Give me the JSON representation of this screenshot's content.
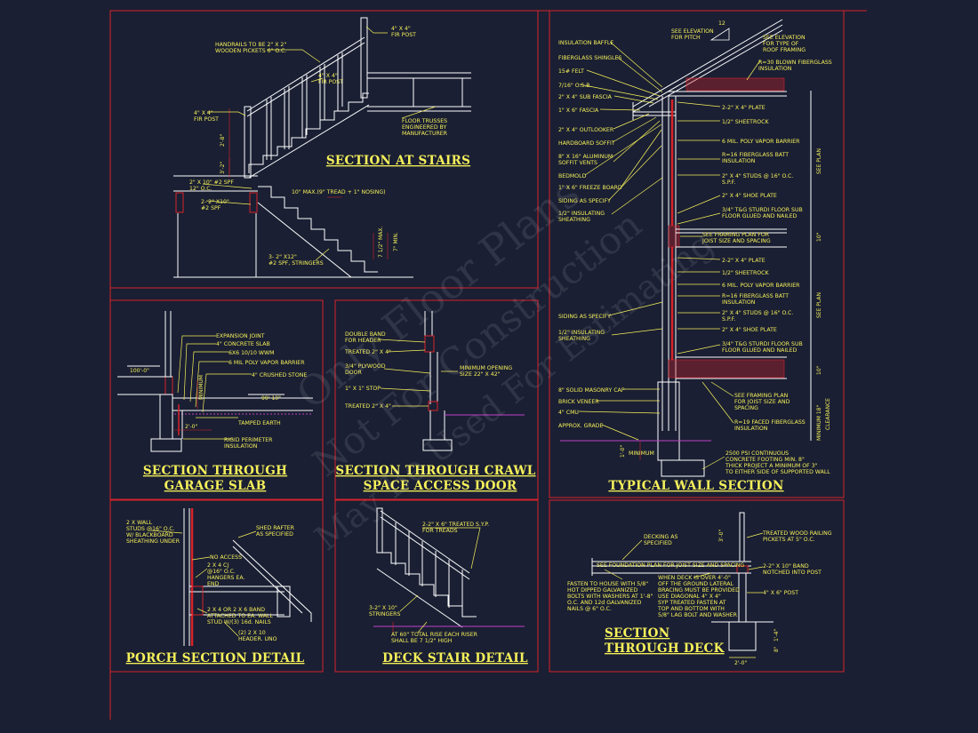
{
  "panels": {
    "stairs": {
      "title": "SECTION AT STAIRS",
      "notes": [
        "HANDRAILS TO BE 2\" X 2\"",
        "WOODEN PICKETS 6\" O.C.",
        "4\" X 4\"",
        "FIR POST",
        "4\" X 4\"",
        "FIR POST",
        "4\" X 4\"",
        "FIR POST",
        "FLOOR TRUSSES",
        "ENGINEERED BY",
        "MANUFACTURER",
        "2\" X 10\" #2 SPF",
        "12\" O.C.",
        "2- 2\" X10\"",
        "#2 SPF",
        "10\" MAX.(9\" TREAD + 1\" NOSING)",
        "3- 2\" X12\"",
        "#2 SPF, STRINGERS"
      ],
      "dims": [
        "2'-8\"",
        "3'-2\"",
        "7 1/2\" MAX.",
        "7\" MIN."
      ]
    },
    "garage": {
      "title_line1": "SECTION THROUGH",
      "title_line2": "GARAGE SLAB",
      "notes": [
        "EXPANSION JOINT",
        "4\" CONCRETE SLAB",
        "6X6 10/10 WWM",
        "6 MIL POLY VAPOR BARRIER",
        "4\" CRUSHED STONE",
        "TAMPED EARTH",
        "RIGID PERIMETER",
        "INSULATION"
      ],
      "dims": [
        "100'-0\"",
        "99'-10\"",
        "2'-0\"",
        "MINIMUM"
      ]
    },
    "crawl": {
      "title_line1": "SECTION THROUGH CRAWL",
      "title_line2": "SPACE ACCESS DOOR",
      "notes": [
        "DOUBLE BAND",
        "FOR HEADER",
        "TREATED 2\" X 4\"",
        "3/4\" PLYWOOD",
        "DOOR",
        "1\" X 1\" STOP",
        "TREATED 2\" X 4\"",
        "MINIMUM OPENING",
        "SIZE 22\" X 42\""
      ]
    },
    "porch": {
      "title": "PORCH SECTION DETAIL",
      "notes": [
        "2 X WALL",
        "STUDS @16\" O.C.",
        "W/ BLACKBOARD",
        "SHEATHING UNDER",
        "SHED RAFTER",
        "AS SPECIFIED",
        "NO ACCESS",
        "2 X 4 CJ",
        "@16\" O.C.",
        "HANGERS EA.",
        "END",
        "2 X 4 OR 2 X 6 BAND",
        "ATTACHED TO EA. WALL",
        "STUD W/(3) 16d. NAILS",
        "(2) 2 X 10",
        "HEADER. UNO"
      ]
    },
    "deckstair": {
      "title": "DECK STAIR DETAIL",
      "notes": [
        "2-2\" X 6\" TREATED S.Y.P.",
        "FOR TREADS",
        "3-2\" X 10\"",
        "STRINGERS",
        "AT 60\" TOTAL RISE EACH RISER",
        "SHALL BE 7 1/2\" HIGH"
      ]
    },
    "wall": {
      "title": "TYPICAL WALL SECTION",
      "pitch": "12",
      "left_notes": [
        "INSULATION BAFFLE",
        "FIBERGLASS SHINGLES",
        "15# FELT",
        "7/16\" O.S.B.",
        "2\" X 4\" SUB FASCIA",
        "1\" X 6\" FASCIA",
        "2\" X 4\" OUTLOOKER",
        "HARDBOARD SOFFIT",
        "8\" X 16\" ALUMINUM",
        "SOFFIT VENTS",
        "BEDMOLD",
        "1\" X 6\" FREEZE BOARD",
        "SIDING AS SPECIFY",
        "1/2\" INSULATING",
        "SHEATHING",
        "SIDING AS SPECIFY",
        "1/2\" INSULATING",
        "SHEATHING",
        "8\" SOLID MASONRY CAP",
        "BRICK VENEER",
        "4\" CMU",
        "APPROX. GRADE",
        "MINIMUM"
      ],
      "right_notes": [
        "SEE ELEVATION",
        "FOR PITCH",
        "SEE ELEVATION",
        "FOR TYPE OF",
        "ROOF FRAMING",
        "R=30 BLOWN FIBERGLASS",
        "INSULATION",
        "2-2\" X 4\" PLATE",
        "1/2\" SHEETROCK",
        "6 MIL. POLY VAPOR BARRIER",
        "R=16 FIBERGLASS BATT",
        "INSULATION",
        "2\" X 4\" STUDS @ 16\" O.C.",
        "S.P.F.",
        "2\" X 4\" SHOE PLATE",
        "3/4\" T&G STURDI FLOOR SUB",
        "FLOOR GLUED AND NAILED",
        "SEE FRAMING PLAN FOR",
        "JOIST SIZE AND SPACING",
        "2-2\" X 4\" PLATE",
        "1/2\" SHEETROCK",
        "6 MIL. POLY VAPOR BARRIER",
        "R=16 FIBERGLASS BATT",
        "INSULATION",
        "2\" X 4\" STUDS @ 16\" O.C.",
        "S.P.F.",
        "2\" X 4\" SHOE PLATE",
        "3/4\" T&G STURDI FLOOR SUB",
        "FLOOR GLUED AND NAILED",
        "SEE FRAMING PLAN",
        "FOR JOIST SIZE AND",
        "SPACING",
        "R=19 FACED FIBERGLASS",
        "INSULATION",
        "2500 PSI CONTINUOUS",
        "CONCRETE FOOTING MIN. 8\"",
        "THICK PROJECT A MINIMUM OF 3\"",
        "TO EITHER SIDE OF SUPPORTED WALL"
      ],
      "vertical": [
        "SEE PLAN",
        "10\"",
        "SEE PLAN",
        "10\"",
        "MINIMUM 18\"",
        "CLEARANCE",
        "1'-0\""
      ]
    },
    "deck": {
      "title_line1": "SECTION",
      "title_line2": "THROUGH DECK",
      "notes": [
        "DECKING AS",
        "SPECIFIED",
        "SEE FOUNDATION PLAN FOR JOIST SIZE AND SPACING",
        "TREATED WOOD RAILING",
        "PICKETS AT 5\" O.C.",
        "2-2\" X 10\" BAND",
        "NOTCHED INTO POST",
        "4\" X 6\" POST",
        "FASTEN TO HOUSE WITH 5/8\"",
        "HOT DIPPED GALVANIZED",
        "BOLTS WITH WASHERS AT 1'-8\"",
        "O.C. AND 12d GALVANIZED",
        "NAILS @ 6\" O.C.",
        "WHEN DECK IS OVER 4'-0\"",
        "OFF THE GROUND LATERAL",
        "BRACING MUST BE PROVIDED",
        "USE DIAGONAL 4\" X 4\"",
        "SYP TREATED FASTEN AT",
        "TOP AND BOTTOM WITH",
        "5/8\" LAG BOLT AND WASHER"
      ],
      "dims": [
        "3'-0\"",
        "2'-0\"",
        "1'-4\"",
        "8\""
      ]
    }
  },
  "watermark": {
    "line1": "Only Floor Plans",
    "line2": "Not For Construction",
    "line3": "May Be Used For Estimating"
  },
  "colors": {
    "background": "#1a1f33",
    "border": "#d8232a",
    "annotation": "#f5f05a",
    "linework": "#ffffff",
    "grade_line": "#c040c8",
    "insulation": "#d8232a"
  }
}
